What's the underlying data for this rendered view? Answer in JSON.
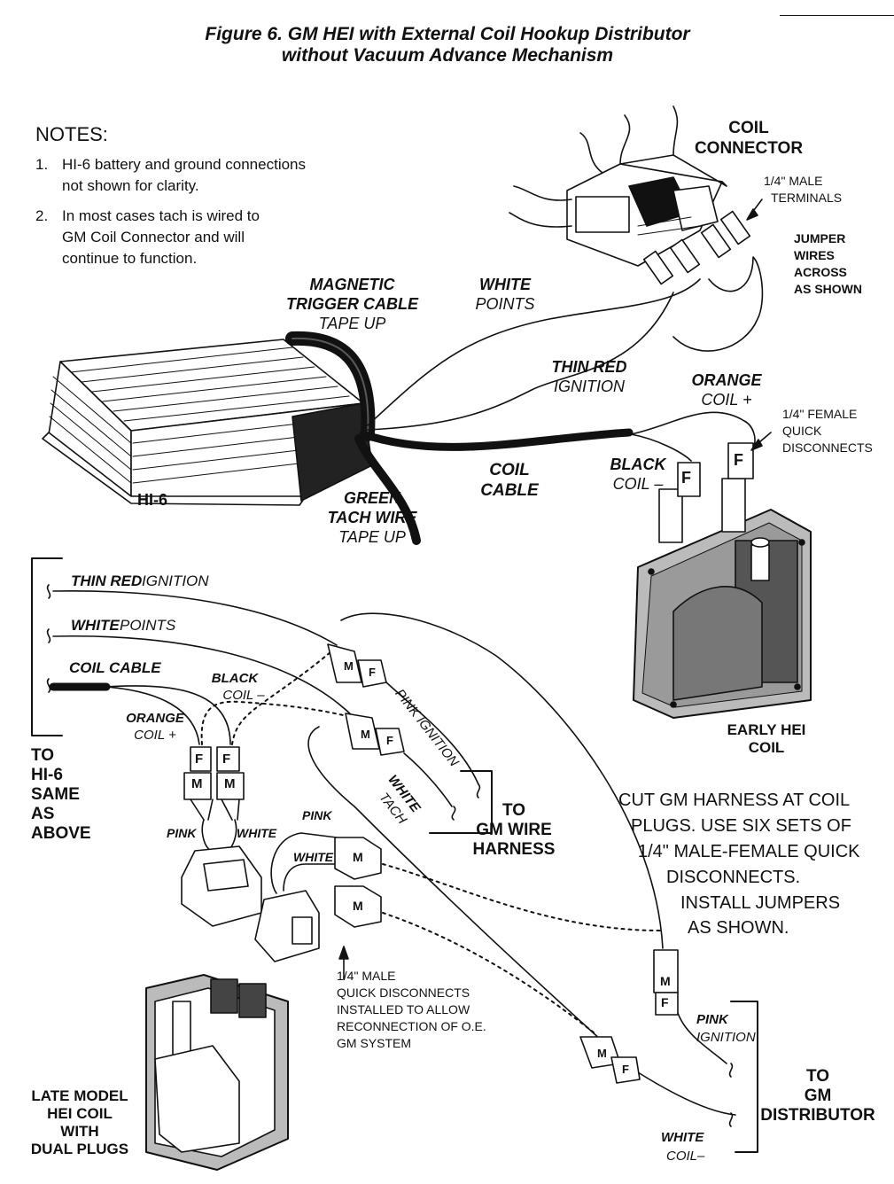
{
  "figure": {
    "title_line1": "Figure 6.   GM HEI with External Coil Hookup Distributor",
    "title_line2": "without Vacuum Advance Mechanism"
  },
  "notes": {
    "heading": "NOTES:",
    "n1_num": "1.",
    "n1_line1": "HI-6 battery and ground connections",
    "n1_line2": "not shown for clarity.",
    "n2_num": "2.",
    "n2_line1": "In most cases tach is wired to",
    "n2_line2": "GM Coil Connector and will",
    "n2_line3": "continue to function."
  },
  "upper": {
    "coil_connector": [
      "COIL",
      "CONNECTOR"
    ],
    "male_terminals": [
      "1/4\" MALE",
      "TERMINALS"
    ],
    "jumper_wires": [
      "JUMPER",
      "WIRES",
      "ACROSS",
      "AS SHOWN"
    ],
    "magnetic_trigger": [
      "MAGNETIC",
      "TRIGGER CABLE"
    ],
    "magnetic_tape": "TAPE UP",
    "white_points": [
      "WHITE",
      "POINTS"
    ],
    "thin_red": [
      "THIN RED",
      "IGNITION"
    ],
    "orange_coil": [
      "ORANGE",
      "COIL +"
    ],
    "female_qd": [
      "1/4\" FEMALE",
      "QUICK",
      "DISCONNECTS"
    ],
    "black_coil": [
      "BLACK",
      "COIL –"
    ],
    "coil_cable": [
      "COIL",
      "CABLE"
    ],
    "green_tach": [
      "GREEN",
      "TACH WIRE"
    ],
    "green_tape": "TAPE UP",
    "hi6": "HI-6",
    "early_hei": [
      "EARLY HEI",
      "COIL"
    ],
    "terminal_f": "F"
  },
  "lower": {
    "thin_red_a": "THIN RED",
    "thin_red_b": " IGNITION",
    "white_points_a": "WHITE",
    "white_points_b": " POINTS",
    "coil_cable": "COIL CABLE",
    "black_coil": [
      "BLACK",
      "COIL –"
    ],
    "orange_coil": [
      "ORANGE",
      "COIL +"
    ],
    "to_hi6": [
      "TO",
      "HI-6",
      "SAME",
      "AS",
      "ABOVE"
    ],
    "pink_ignition": "PINK IGNITION",
    "white_tach": [
      "WHITE",
      "TACH"
    ],
    "to_gm_harness": [
      "TO",
      "GM WIRE",
      "HARNESS"
    ],
    "pink": "PINK",
    "white": "WHITE",
    "pink2": "PINK",
    "white2": "WHITE",
    "cut_instructions": [
      "CUT GM HARNESS AT COIL",
      "PLUGS. USE SIX SETS OF",
      "1/4\" MALE-FEMALE QUICK",
      "DISCONNECTS.",
      "INSTALL JUMPERS",
      "AS SHOWN."
    ],
    "male_qd": [
      "1/4\" MALE",
      "QUICK DISCONNECTS",
      "INSTALLED TO ALLOW",
      "RECONNECTION OF O.E.",
      "GM SYSTEM"
    ],
    "pink_ignition_right": [
      "PINK",
      "IGNITION"
    ],
    "to_gm_distributor": [
      "TO",
      "GM",
      "DISTRIBUTOR"
    ],
    "white_coil_minus": [
      "WHITE",
      "COIL–"
    ],
    "late_model": [
      "LATE MODEL",
      "HEI COIL",
      "WITH",
      "DUAL PLUGS"
    ],
    "letter_m": "M",
    "letter_f": "F"
  }
}
